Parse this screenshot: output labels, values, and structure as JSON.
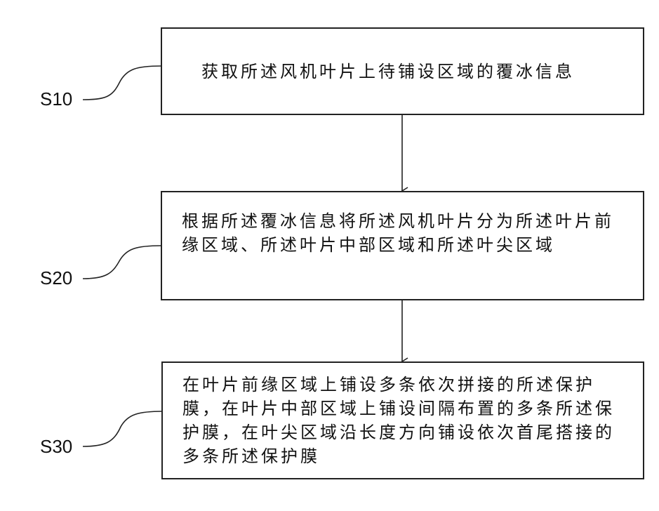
{
  "steps": [
    {
      "label": "S10",
      "text": "获取所述风机叶片上待铺设区域的覆冰信息"
    },
    {
      "label": "S20",
      "text": "根据所述覆冰信息将所述风机叶片分为所述叶片前缘区域、所述叶片中部区域和所述叶尖区域"
    },
    {
      "label": "S30",
      "text": "在叶片前缘区域上铺设多条依次拼接的所述保护膜，在叶片中部区域上铺设间隔布置的多条所述保护膜，在叶尖区域沿长度方向铺设依次首尾搭接的多条所述保护膜"
    }
  ],
  "colors": {
    "line": "#222222",
    "background": "#ffffff"
  }
}
